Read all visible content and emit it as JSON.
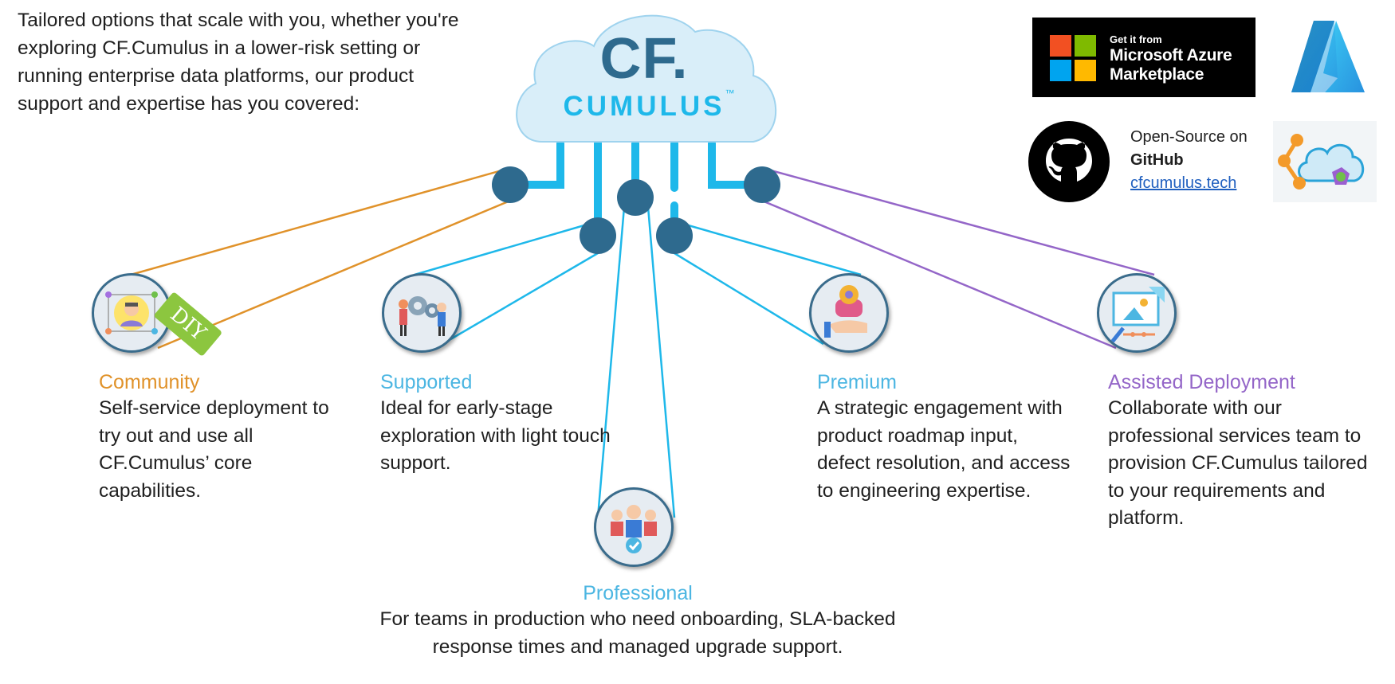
{
  "intro": "Tailored options that scale with you, whether you're exploring CF.Cumulus in a lower-risk setting or running enterprise data platforms, our product support and expertise has you covered:",
  "logo": {
    "line1": "CF.",
    "line2": "CUMULUS",
    "tm": "™"
  },
  "marketplace": {
    "small": "Get it from",
    "line1": "Microsoft Azure",
    "line2": "Marketplace"
  },
  "github": {
    "line1": "Open-Source on",
    "line2": "GitHub",
    "link": "cfcumulus.tech"
  },
  "tiers": {
    "community": {
      "title": "Community",
      "desc": "Self-service deployment to try out and use all CF.Cumulus’ core capabilities.",
      "tag": "DIY"
    },
    "supported": {
      "title": "Supported",
      "desc": "Ideal for early-stage exploration with light touch support."
    },
    "professional": {
      "title": "Professional",
      "desc": "For teams in production who need onboarding, SLA-backed response times and managed upgrade support."
    },
    "premium": {
      "title": "Premium",
      "desc": "A strategic engagement with product roadmap input, defect resolution, and access to engineering expertise."
    },
    "assisted": {
      "title": "Assisted Deployment",
      "desc": "Collaborate with our professional services team to provision CF.Cumulus tailored to your requirements and platform."
    }
  },
  "colors": {
    "community": "#E0922A",
    "blue": "#4CB6E2",
    "assisted": "#9466C8",
    "node": "#2E6A8E",
    "connector": "#1EB8EA"
  },
  "icons": {
    "community": "person-network-icon",
    "supported": "gears-teamwork-icon",
    "professional": "team-people-icon",
    "premium": "hand-gear-icon",
    "assisted": "design-board-icon",
    "github": "github-icon",
    "azure": "azure-icon",
    "cumulus": "cloud-network-icon"
  }
}
